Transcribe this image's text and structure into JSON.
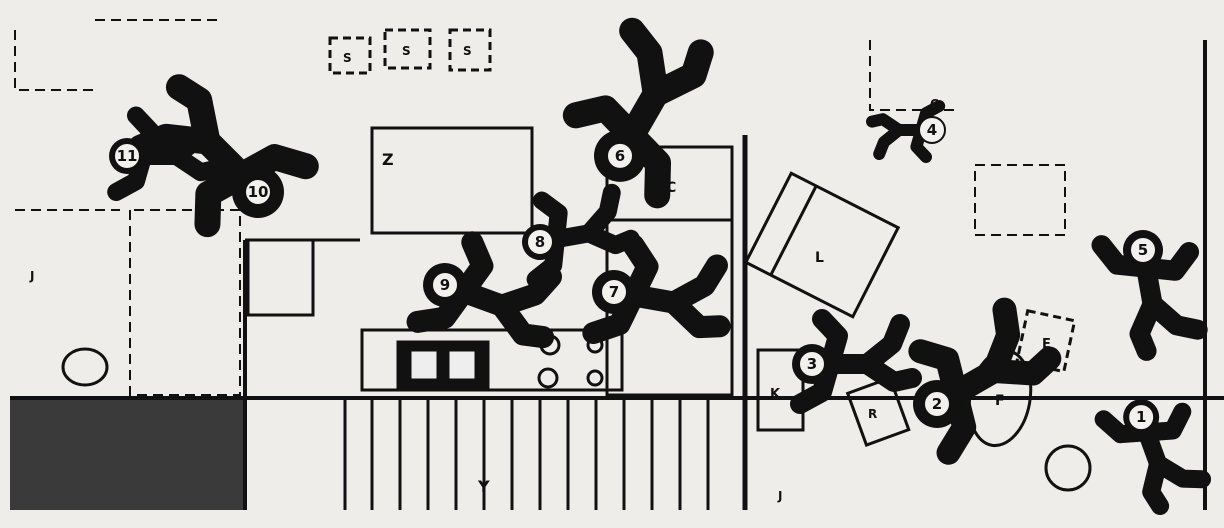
{
  "victims": [
    {
      "number": "1"
    },
    {
      "number": "2"
    },
    {
      "number": "3"
    },
    {
      "number": "4"
    },
    {
      "number": "5"
    },
    {
      "number": "6"
    },
    {
      "number": "7"
    },
    {
      "number": "8"
    },
    {
      "number": "9"
    },
    {
      "number": "10"
    },
    {
      "number": "11"
    }
  ],
  "furniture_labels": {
    "counter": "C",
    "bed": "L",
    "table": "F",
    "chair_e": "E",
    "chair_k": "K",
    "cabinet_r": "R",
    "floor_y": "Y",
    "desk_z": "Z",
    "shelf_s1": "S",
    "shelf_s2": "S",
    "shelf_s3": "S",
    "corner_c": "C",
    "wall_j": "J",
    "wall_j2": "J"
  },
  "colors": {
    "ink": "#111111",
    "paper": "#eeede9"
  }
}
